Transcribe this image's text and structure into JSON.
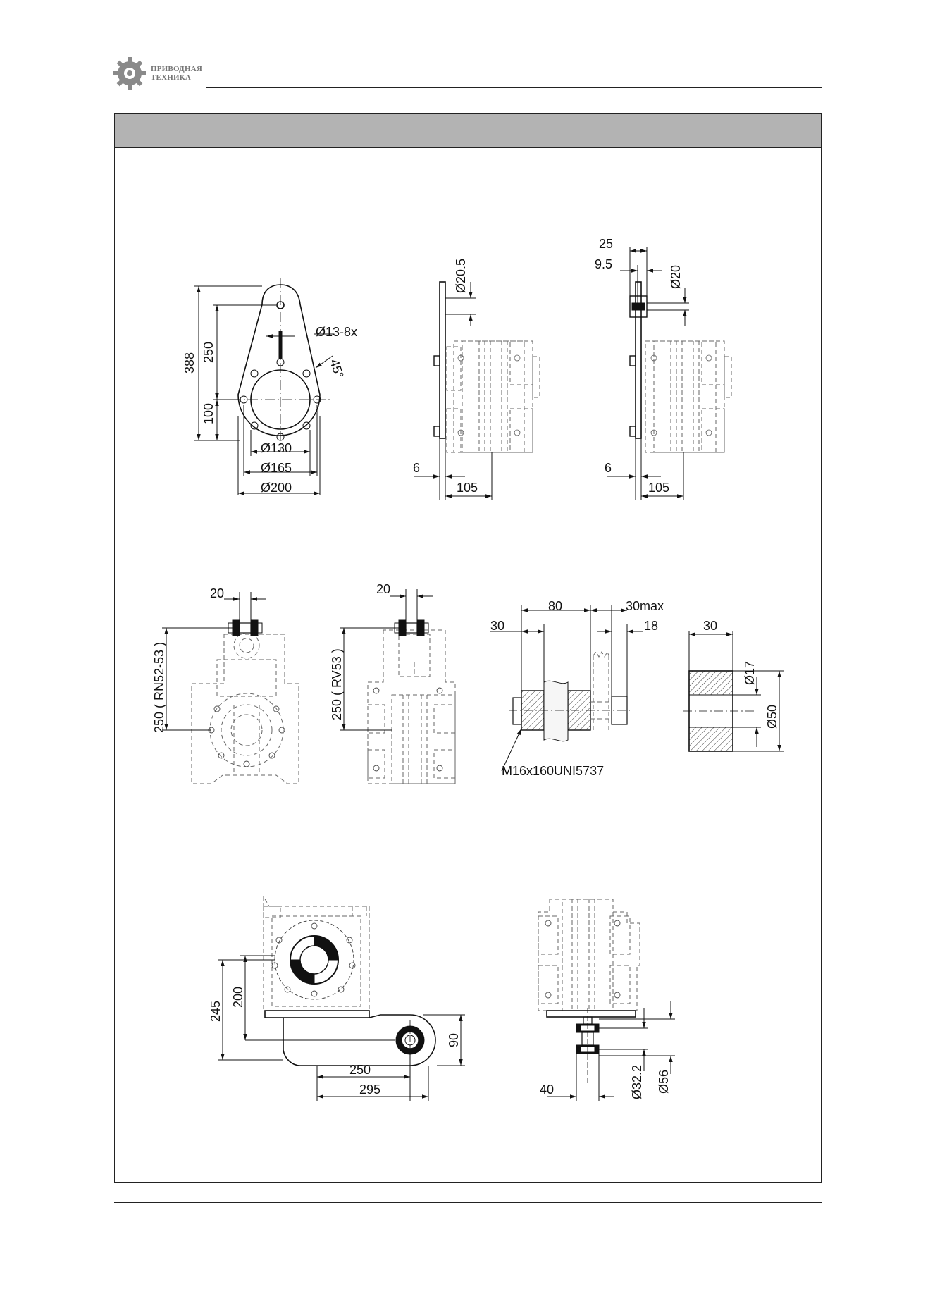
{
  "logo": {
    "line1": "ПРИВОДНАЯ",
    "line2": "ТЕХНИКА",
    "icon": "gear-icon"
  },
  "header": {
    "title": ""
  },
  "colors": {
    "bar": "#b3b3b3",
    "line": "#222222",
    "hatch": "#333333"
  },
  "dims": {
    "d388": "388",
    "d250": "250",
    "d100": "100",
    "d13_8x": "Ø13-8x",
    "d45": "45°",
    "d130": "Ø130",
    "d165": "Ø165",
    "d200": "Ø200",
    "d20_5": "Ø20.5",
    "d6a": "6",
    "d105a": "105",
    "d25": "25",
    "d9_5": "9.5",
    "d20dia": "Ø20",
    "d6b": "6",
    "d105b": "105",
    "d20a": "20",
    "rn": "250 ( RN52-53 )",
    "d20b": "20",
    "rv": "250 ( RV53 )",
    "d80": "80",
    "d30max": "30max",
    "d30a": "30",
    "d18": "18",
    "bolt": "M16x160UNI5737",
    "d30b": "30",
    "d17": "Ø17",
    "d50": "Ø50",
    "d245": "245",
    "d200b": "200",
    "d90": "90",
    "d250b": "250",
    "d295": "295",
    "d40": "40",
    "d32_2": "Ø32.2",
    "d56": "Ø56"
  }
}
